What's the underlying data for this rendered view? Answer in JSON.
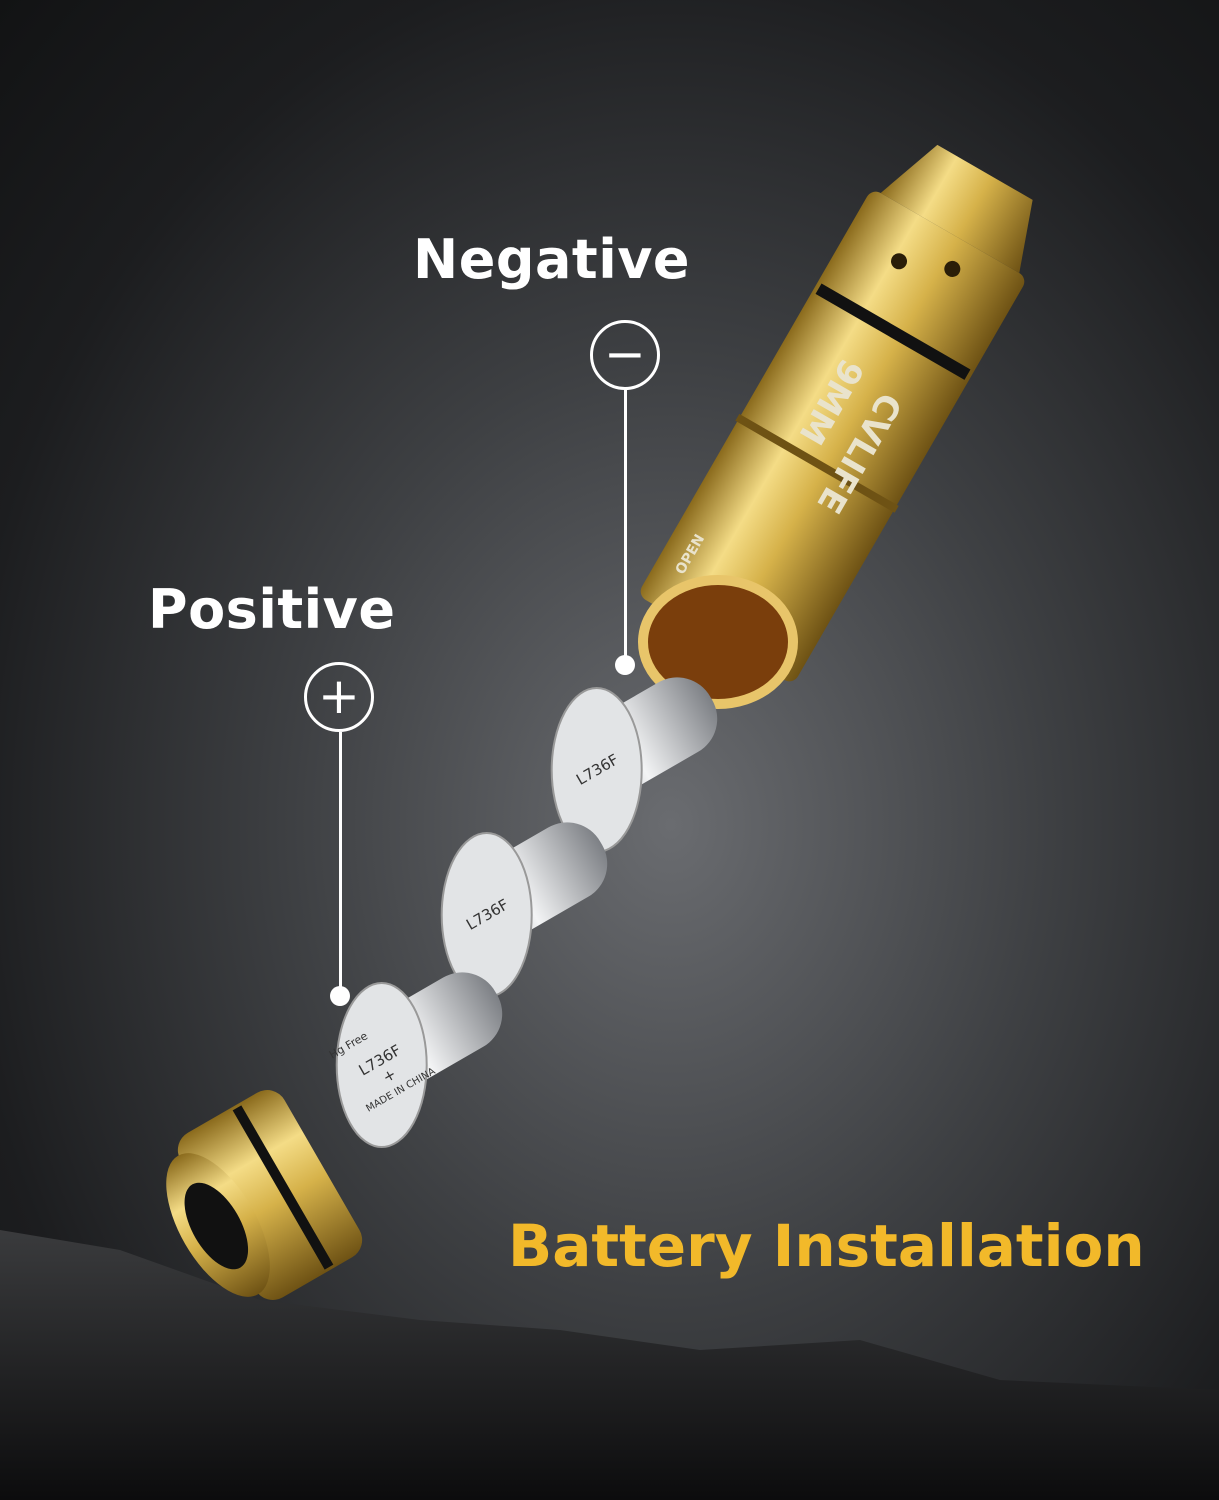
{
  "labels": {
    "negative": "Negative",
    "positive": "Positive",
    "negative_symbol": "−",
    "positive_symbol": "+",
    "title": "Battery Installation"
  },
  "cartridge": {
    "caliber": "9MM",
    "brand": "CVLIFE",
    "open_marking": "OPEN"
  },
  "battery": {
    "hg": "Hg Free",
    "model": "L736F",
    "polarity": "+",
    "origin": "MADE IN CHINA"
  },
  "colors": {
    "accent": "#f2b92a",
    "brass": "#d9b24a",
    "silver": "#c9ccd0"
  }
}
